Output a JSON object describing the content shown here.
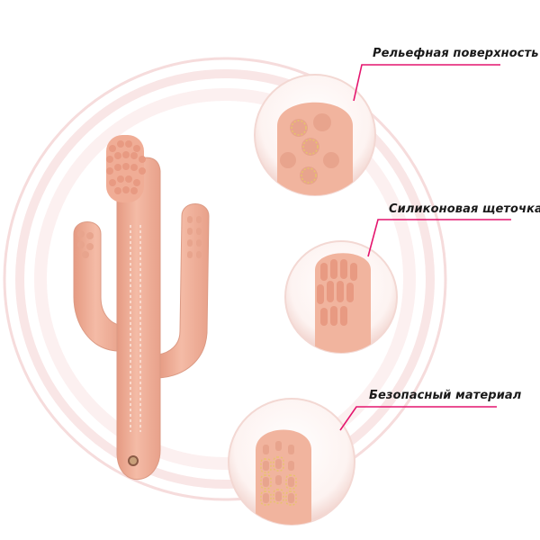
{
  "product": {
    "name_icon": "cactus-teether-silicone",
    "colors": {
      "silicone": "#f1b49e",
      "silicone_shadow": "#d98f78",
      "silicone_highlight": "#f8cdbd",
      "accent_line": "#e4156e",
      "ring": "#f6dcdc",
      "gold_marker": "#e7c36b"
    }
  },
  "features": [
    {
      "label": "Рельефная поверхность",
      "icon": "textured-nubs-closeup"
    },
    {
      "label": "Силиконовая щеточка",
      "icon": "silicone-bristles-closeup"
    },
    {
      "label": "Безопасный материал",
      "icon": "safe-material-closeup"
    }
  ]
}
